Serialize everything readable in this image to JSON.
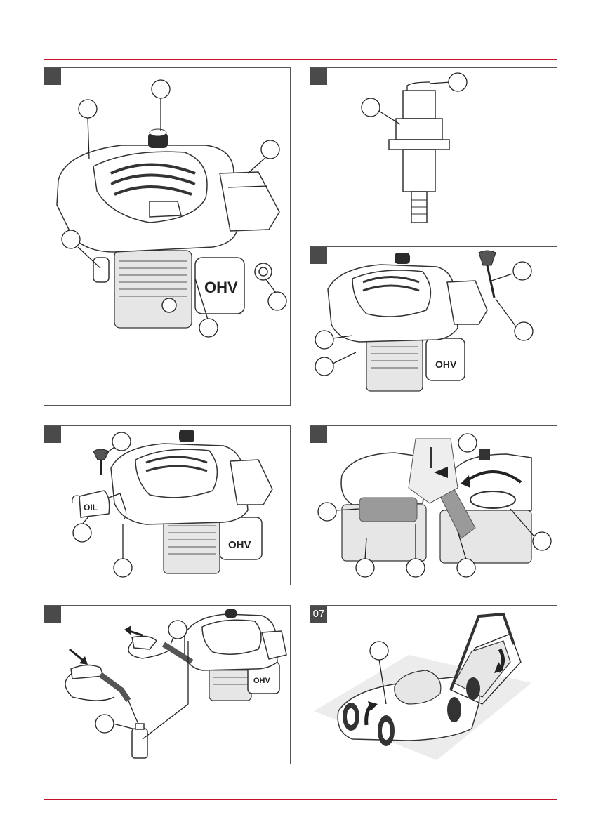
{
  "panels": [
    {
      "id": "p1",
      "badge": ""
    },
    {
      "id": "p2",
      "badge": ""
    },
    {
      "id": "p3",
      "badge": ""
    },
    {
      "id": "p4",
      "badge": ""
    },
    {
      "id": "p5",
      "badge": ""
    },
    {
      "id": "p6",
      "badge": ""
    },
    {
      "id": "p7",
      "badge": ""
    },
    {
      "id": "p8",
      "badge": "07"
    }
  ],
  "engine_label": "OHV",
  "oil_can_label": "OIL",
  "colors": {
    "rule": "#c0122a",
    "badge": "#4a4a4a"
  }
}
